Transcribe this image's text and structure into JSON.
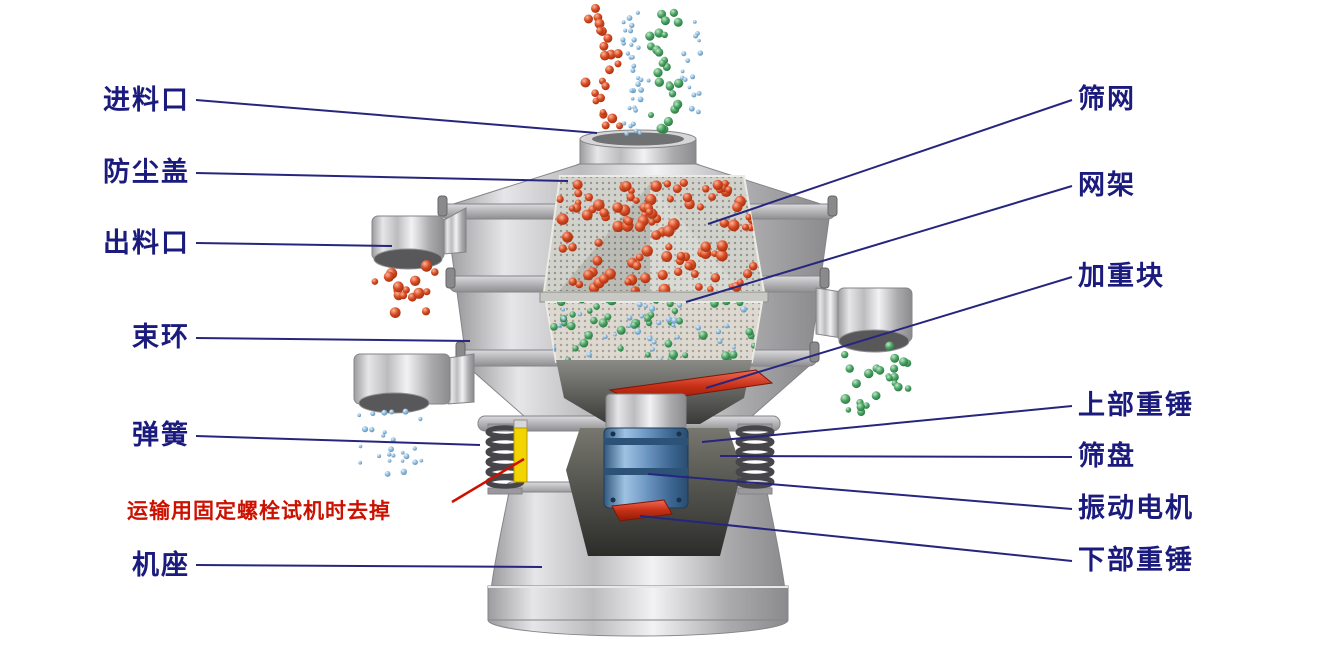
{
  "colors": {
    "label": "#1b1b7e",
    "leader": "#26267e",
    "warning": "#cc1100",
    "particle_red": "#cc4a28",
    "particle_green": "#3f9f63",
    "particle_blue": "#7fb2d8",
    "motor_blue": "#4f7fb5",
    "bolt_yellow": "#f2d400"
  },
  "labels": {
    "left": [
      {
        "id": "feed-inlet",
        "text": "进料口"
      },
      {
        "id": "dust-cover",
        "text": "防尘盖"
      },
      {
        "id": "discharge-outlet",
        "text": "出料口"
      },
      {
        "id": "clamp-ring",
        "text": "束环"
      },
      {
        "id": "spring",
        "text": "弹簧"
      },
      {
        "id": "machine-base",
        "text": "机座"
      }
    ],
    "right": [
      {
        "id": "screen-mesh",
        "text": "筛网"
      },
      {
        "id": "mesh-frame",
        "text": "网架"
      },
      {
        "id": "weight-block",
        "text": "加重块"
      },
      {
        "id": "upper-hammer",
        "text": "上部重锤"
      },
      {
        "id": "sieve-tray",
        "text": "筛盘"
      },
      {
        "id": "vibration-motor",
        "text": "振动电机"
      },
      {
        "id": "lower-hammer",
        "text": "下部重锤"
      }
    ],
    "warning": {
      "text": "运输用固定螺栓试机时去掉"
    }
  }
}
